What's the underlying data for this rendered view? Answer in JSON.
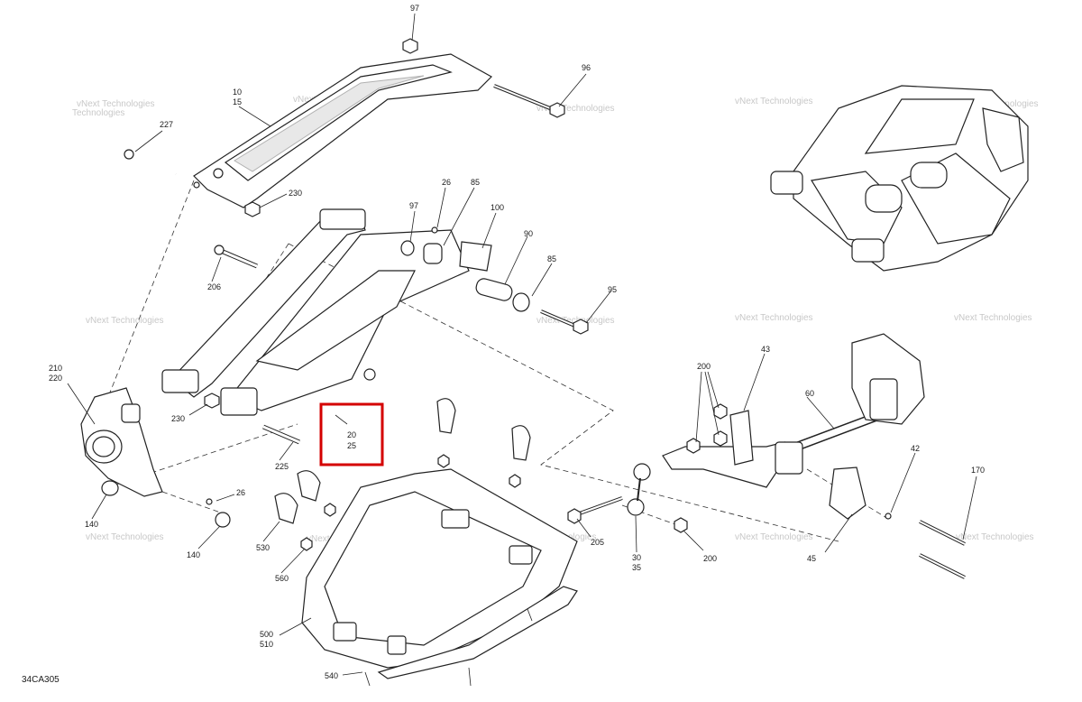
{
  "diagram_code": "34CA305",
  "watermark": {
    "line1": "vNext",
    "line2": "Technologies",
    "caption": "vNext Technologies"
  },
  "callouts": {
    "c97a": "97",
    "c96": "96",
    "c10": "10",
    "c15": "15",
    "c227": "227",
    "c230a": "230",
    "c26a": "26",
    "c85a": "85",
    "c97b": "97",
    "c100": "100",
    "c90": "90",
    "c85b": "85",
    "c95": "95",
    "c206": "206",
    "c210": "210",
    "c220": "220",
    "c230b": "230",
    "c225": "225",
    "c20": "20",
    "c25": "25",
    "c26b": "26",
    "c140a": "140",
    "c140b": "140",
    "c530": "530",
    "c560": "560",
    "c500": "500",
    "c510": "510",
    "c540": "540",
    "c205": "205",
    "c30": "30",
    "c35": "35",
    "c200a": "200",
    "c200b": "200",
    "c43": "43",
    "c60": "60",
    "c42": "42",
    "c170": "170",
    "c45": "45"
  },
  "highlight": {
    "target": "20 / 25",
    "color": "#d40000"
  }
}
